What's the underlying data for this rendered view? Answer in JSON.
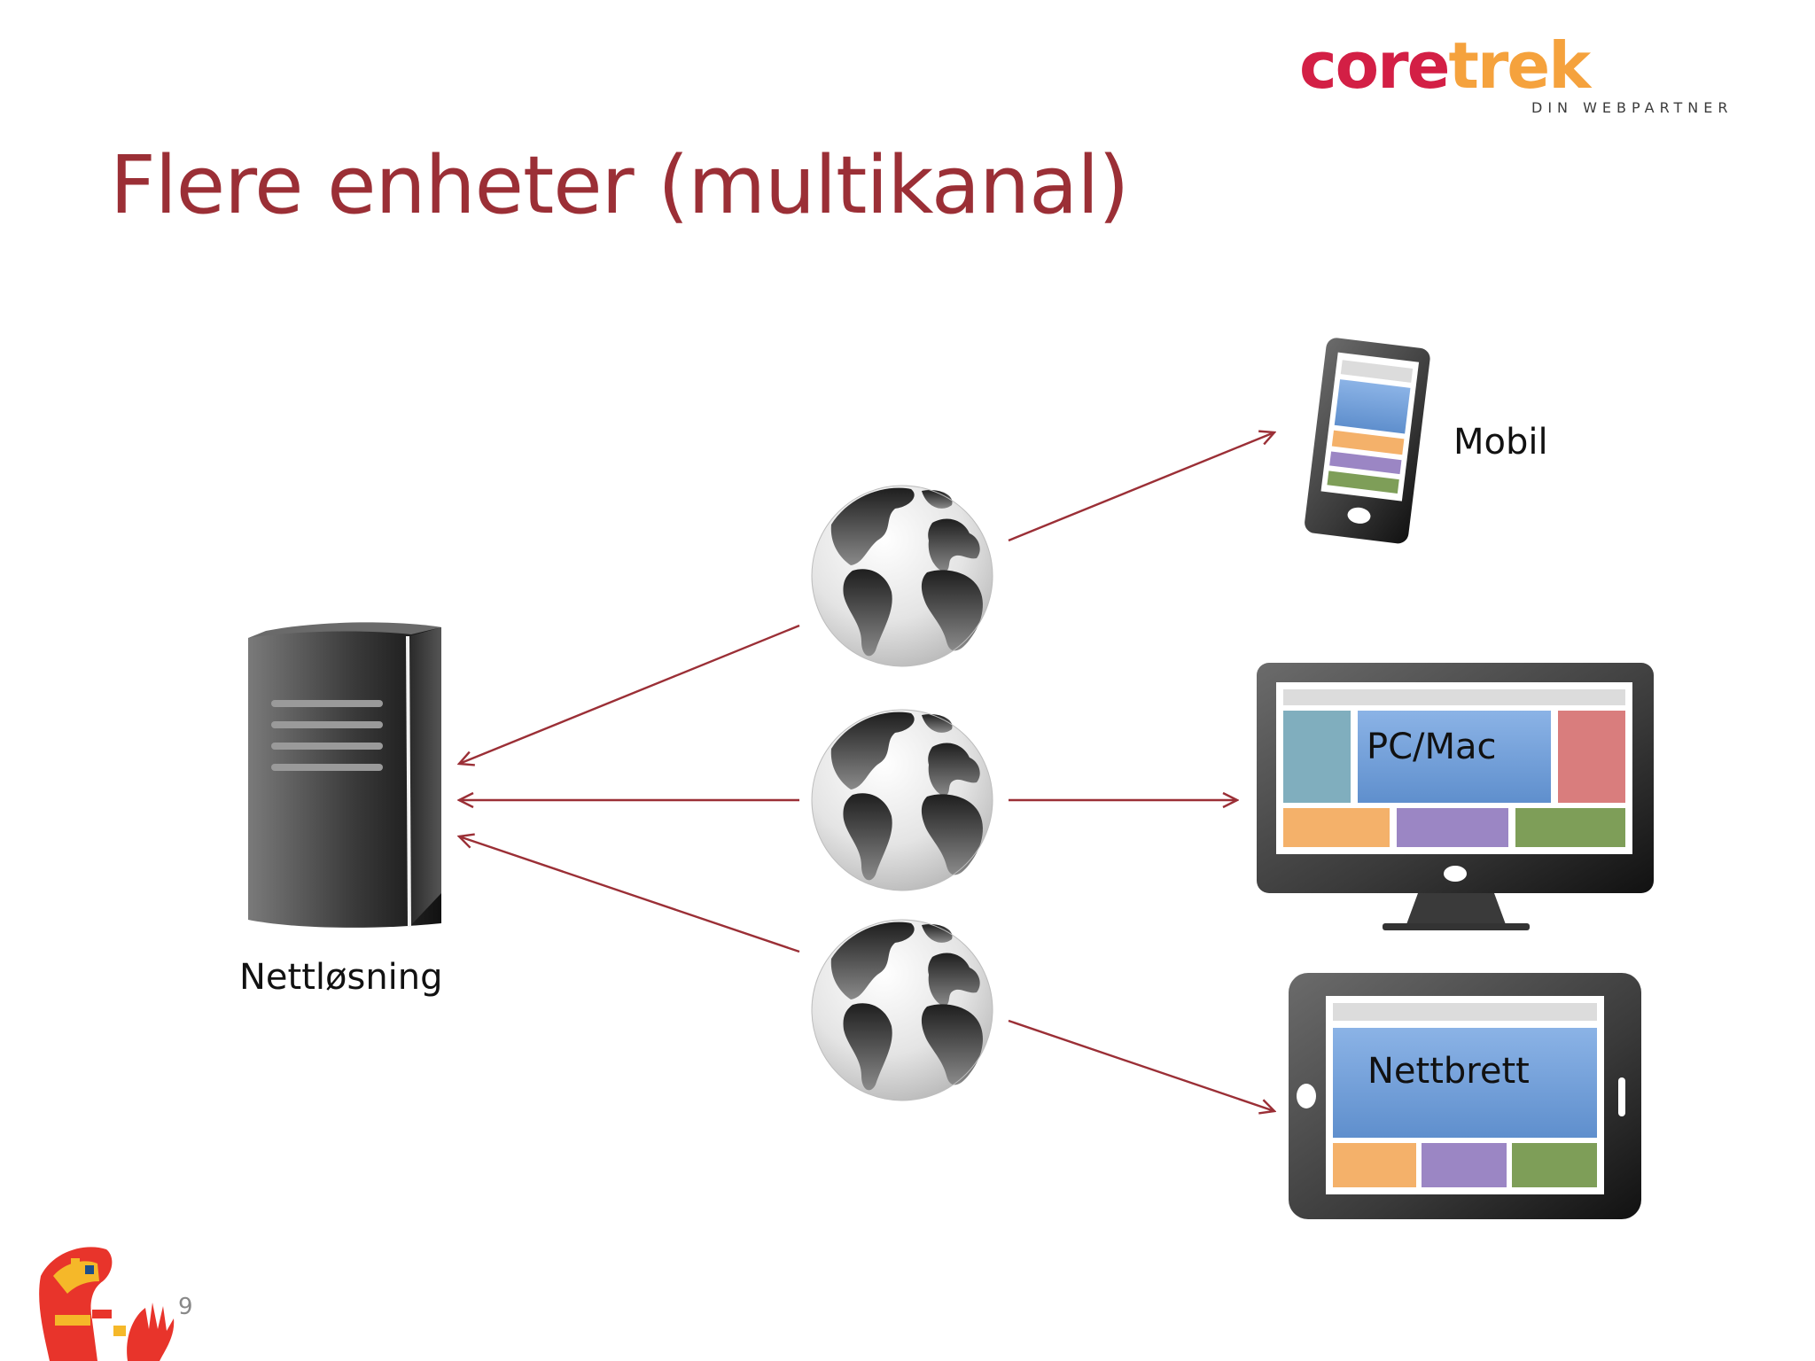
{
  "slide": {
    "title": "Flere enheter (multikanal)",
    "page_number": "9"
  },
  "logo": {
    "wordmark_part1": "core",
    "wordmark_part2": "trek",
    "tagline": "DIN WEBPARTNER",
    "colors": {
      "part1": "#d31f45",
      "part2": "#f5a23d"
    }
  },
  "nodes": {
    "server": {
      "label": "Nettløsning",
      "icon": "server-icon"
    },
    "mobile": {
      "label": "Mobil",
      "icon": "mobile-phone-icon"
    },
    "desktop": {
      "label": "PC/Mac",
      "icon": "desktop-monitor-icon"
    },
    "tablet": {
      "label": "Nettbrett",
      "icon": "tablet-icon"
    },
    "globes": [
      {
        "icon": "globe-icon"
      },
      {
        "icon": "globe-icon"
      },
      {
        "icon": "globe-icon"
      }
    ]
  },
  "colors": {
    "title": "#9b2f36",
    "arrow": "#9b2f36",
    "block_blue": "#6f9fd8",
    "block_teal": "#80aebe",
    "block_red": "#d97d7d",
    "block_orange": "#f4b16a",
    "block_purple": "#9b86c4",
    "block_green": "#7e9e58"
  }
}
